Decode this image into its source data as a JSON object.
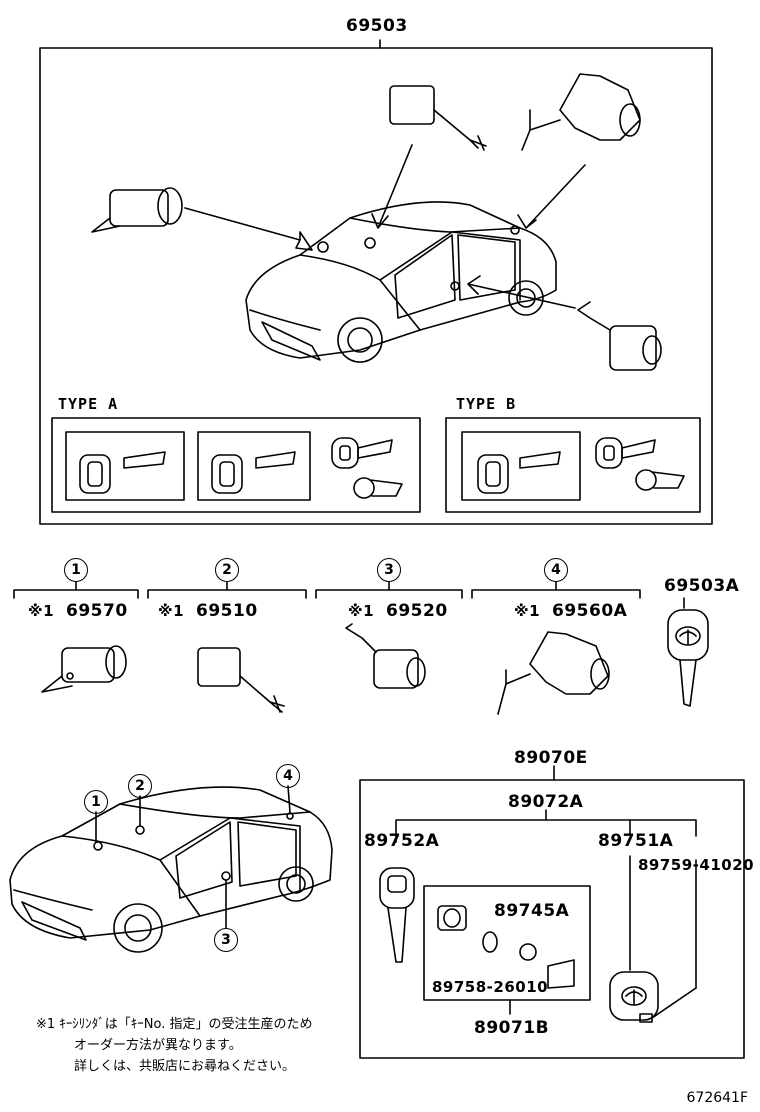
{
  "main_assembly": "69503",
  "type_a_label": "TYPE A",
  "type_b_label": "TYPE B",
  "components": [
    {
      "index": "1",
      "mark": "※1",
      "part": "69570"
    },
    {
      "index": "2",
      "mark": "※1",
      "part": "69510"
    },
    {
      "index": "3",
      "mark": "※1",
      "part": "69520"
    },
    {
      "index": "4",
      "mark": "※1",
      "part": "69560A"
    }
  ],
  "master_key": "69503A",
  "car_callouts": [
    "1",
    "2",
    "3",
    "4"
  ],
  "key_set": {
    "assembly": "89070E",
    "sub_assembly": "89072A",
    "key_left": "89752A",
    "key_right": "89751A",
    "screw": "89759-41020",
    "inner_part": "89745A",
    "inner_cover": "89758-26010",
    "inner_kit": "89071B"
  },
  "note_lines": [
    "※1  ｷｰｼﾘﾝﾀﾞは「ｷｰNo. 指定」の受注生産のため",
    "オーダー方法が異なります。",
    "詳しくは、共販店にお尋ねください。"
  ],
  "diagram_ref": "672641F"
}
